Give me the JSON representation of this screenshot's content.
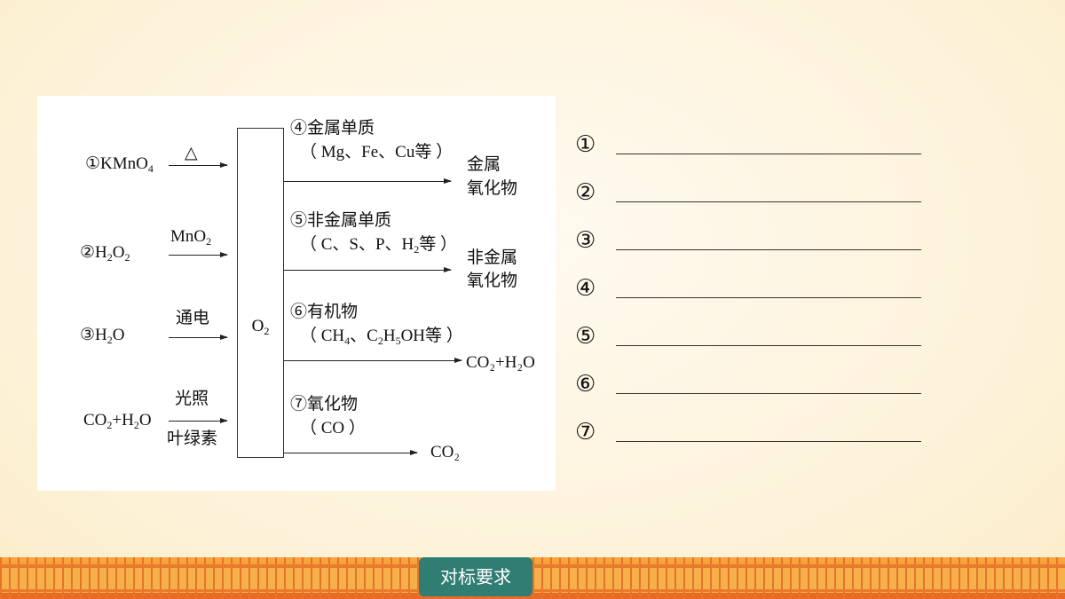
{
  "diagram": {
    "left_labels": [
      {
        "text": "①KMnO",
        "sub": "4"
      },
      {
        "text": "②H",
        "sub": "2",
        "text2": "O",
        "sub2": "2"
      },
      {
        "text": "③H",
        "sub": "2",
        "text2": "O"
      },
      {
        "text": "CO",
        "sub": "2",
        "text2": "+H",
        "sub2": "2",
        "text3": "O"
      }
    ],
    "conditions": [
      {
        "top": "△"
      },
      {
        "top": "MnO",
        "top_sub": "2"
      },
      {
        "top": "通电"
      },
      {
        "top": "光照",
        "bottom": "叶绿素"
      }
    ],
    "center": {
      "text": "O",
      "sub": "2"
    },
    "reactions": [
      {
        "line1": "④金属单质",
        "line2": "（ Mg、Fe、Cu等 ）",
        "product_line1": "金属",
        "product_line2": "氧化物"
      },
      {
        "line1": "⑤非金属单质",
        "line2a": "（ C、S、P、H",
        "line2_sub": "2",
        "line2b": "等 ）",
        "product_line1": "非金属",
        "product_line2": "氧化物"
      },
      {
        "line1": "⑥有机物",
        "product": "CO₂+H₂O"
      },
      {
        "line1": "⑦氧化物",
        "line2": "（ CO ）",
        "product": "CO₂"
      }
    ],
    "organic_formula": {
      "p1": "（ CH",
      "s1": "4",
      "p2": "、C",
      "s2": "2",
      "p3": "H",
      "s3": "5",
      "p4": "OH等 ）"
    }
  },
  "answers": [
    "①",
    "②",
    "③",
    "④",
    "⑤",
    "⑥",
    "⑦"
  ],
  "footer": {
    "button_label": "对标要求"
  }
}
